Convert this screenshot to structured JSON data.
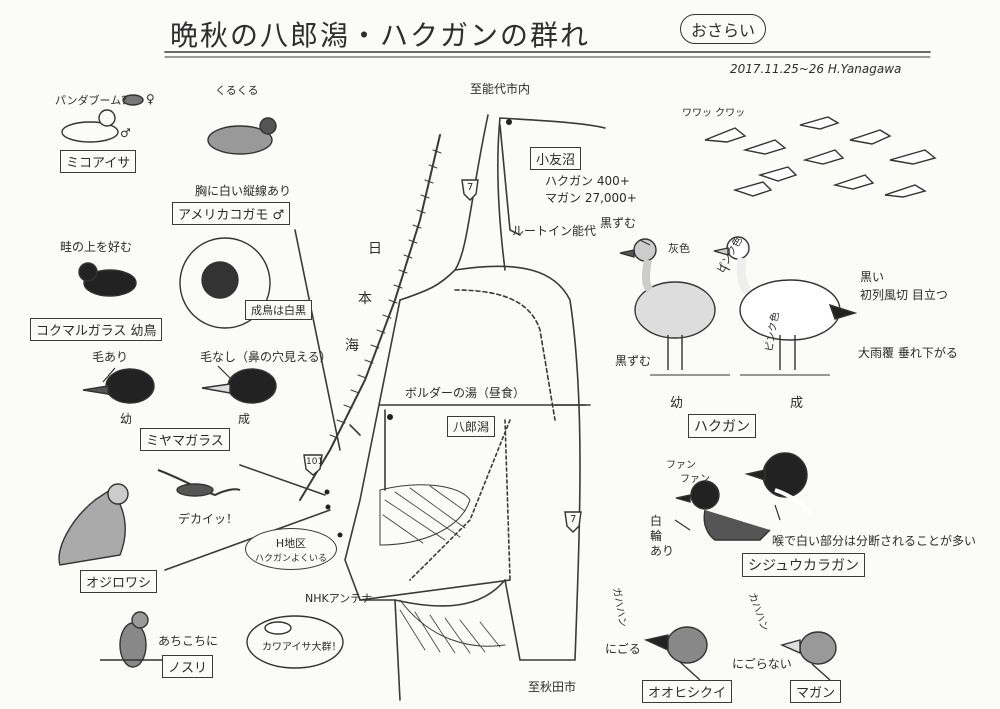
{
  "header": {
    "title": "晩秋の八郎潟・ハクガンの群れ",
    "badge": "おさらい",
    "date": "2017.11.25~26 H.Yanagawa"
  },
  "map": {
    "to_noshiro": "至能代市内",
    "to_akita": "至秋田市",
    "sea": [
      "日",
      "本",
      "海"
    ],
    "kotomonuma": "小友沼",
    "kotomonuma_counts": [
      "ハクガン 400+",
      "マガン 27,000+"
    ],
    "route_inn": "ルートイン能代",
    "boulder": "ボルダーの湯（昼食）",
    "hachirogata": "八郎潟",
    "h_area": [
      "H地区",
      "ハクガンよくいる"
    ],
    "nhk": "NHKアンテナ",
    "route7": "7",
    "route101": "101"
  },
  "left": {
    "panda_boom": "パンダブーム？",
    "female": "♀",
    "male": "♂",
    "mikoaisa": "ミコアイサ",
    "kurukuru": "くるくる",
    "white_line": "胸に白い縦線あり",
    "american_wigeon": "アメリカコガモ ♂",
    "prefers_ridges": "畦の上を好む",
    "jackdaw": "コクマルガラス 幼鳥",
    "adult_black": "成鳥は白黒",
    "has_feathers": "毛あり",
    "no_feathers": "毛なし（鼻の穴見える）",
    "juvenile": "幼",
    "adult": "成",
    "rook": "ミヤマガラス",
    "big": "デカイッ！",
    "sea_eagle": "オジロワシ",
    "here_and_there": "あちこちに",
    "buzzard": "ノスリ",
    "smew_many": "カワアイサ大群！"
  },
  "right": {
    "wawa": "ワワッ クワッ",
    "black_tip": "黒ずむ",
    "pale": "灰色",
    "pink": "ピンク色",
    "black_tip2": "黒ずむ",
    "pink2": "ピンク色",
    "primaries": [
      "黒い",
      "初列風切 目立つ"
    ],
    "tertials": "大雨覆 垂れ下がる",
    "juv": "幼",
    "ad": "成",
    "snow_goose": "ハクガン",
    "fan": [
      "ファン",
      "ファン"
    ],
    "white_ring": [
      "白",
      "輪",
      "あり"
    ],
    "throat_note": "喉で白い部分は分断されることが多い",
    "cackling_goose": "シジュウカラガン",
    "gahan": "ガハハン",
    "nigoru": "にごる",
    "kahahan": "カハハン",
    "nigoranai": "にごらない",
    "bean_goose": "オオヒシクイ",
    "white_fronted": "マガン"
  }
}
